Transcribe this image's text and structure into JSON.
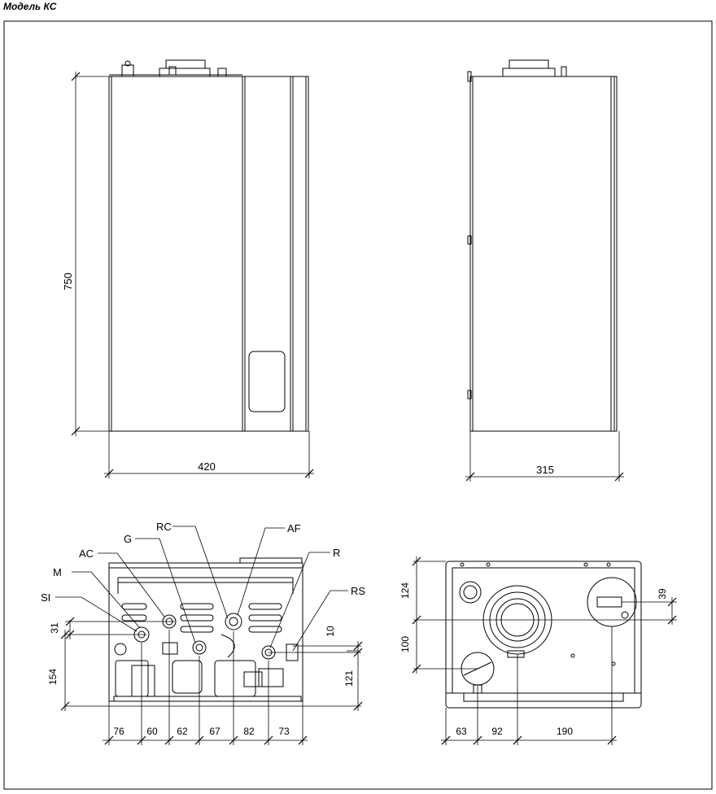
{
  "title": "Модель КС",
  "views": {
    "front": {
      "height_label": "750",
      "width_label": "420"
    },
    "side": {
      "depth_label": "315"
    },
    "bottom": {
      "labels": {
        "sl": "SI",
        "m": "M",
        "ac": "AC",
        "g": "G",
        "rc": "RC",
        "af": "AF",
        "r": "R",
        "rs": "RS"
      },
      "vertical_dims": {
        "d31": "31",
        "d154": "154",
        "d10": "10",
        "d121": "121"
      },
      "horizontal_dims": [
        "76",
        "60",
        "62",
        "67",
        "82",
        "73"
      ]
    },
    "top": {
      "vertical_dims": {
        "d124": "124",
        "d100": "100",
        "d39": "39"
      },
      "horizontal_dims": [
        "63",
        "92",
        "190"
      ]
    }
  }
}
